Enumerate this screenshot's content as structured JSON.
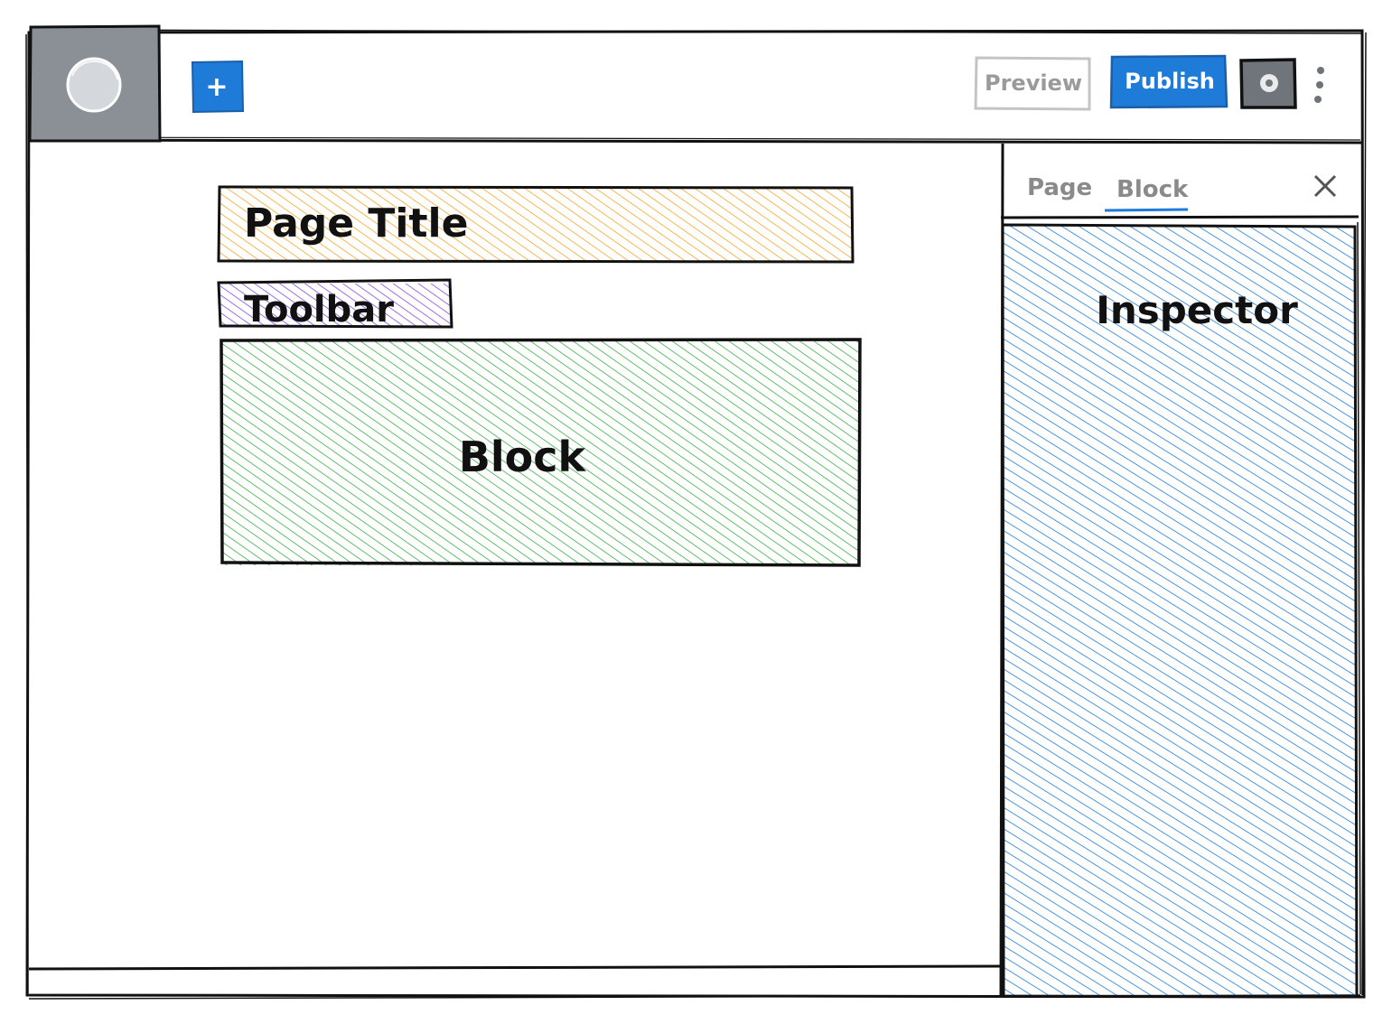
{
  "header": {
    "add_button_symbol": "+",
    "preview_label": "Preview",
    "publish_label": "Publish",
    "settings_icon": "gear-icon",
    "more_icon": "more-vertical-icon",
    "logo_icon": "circle-logo-icon"
  },
  "editor": {
    "page_title_label": "Page Title",
    "toolbar_label": "Toolbar",
    "block_label": "Block"
  },
  "sidebar": {
    "tabs": [
      {
        "label": "Page",
        "active": false
      },
      {
        "label": "Block",
        "active": true
      }
    ],
    "close_icon": "close-icon",
    "inspector_label": "Inspector"
  },
  "colors": {
    "page_title_fill": "#f5a623",
    "toolbar_fill": "#7b3fe4",
    "block_fill": "#2eaa3a",
    "inspector_fill": "#1e7bd8",
    "accent_blue": "#1e7bd8",
    "logo_bg": "#8a9096",
    "preview_gray": "#b8b8b8"
  }
}
